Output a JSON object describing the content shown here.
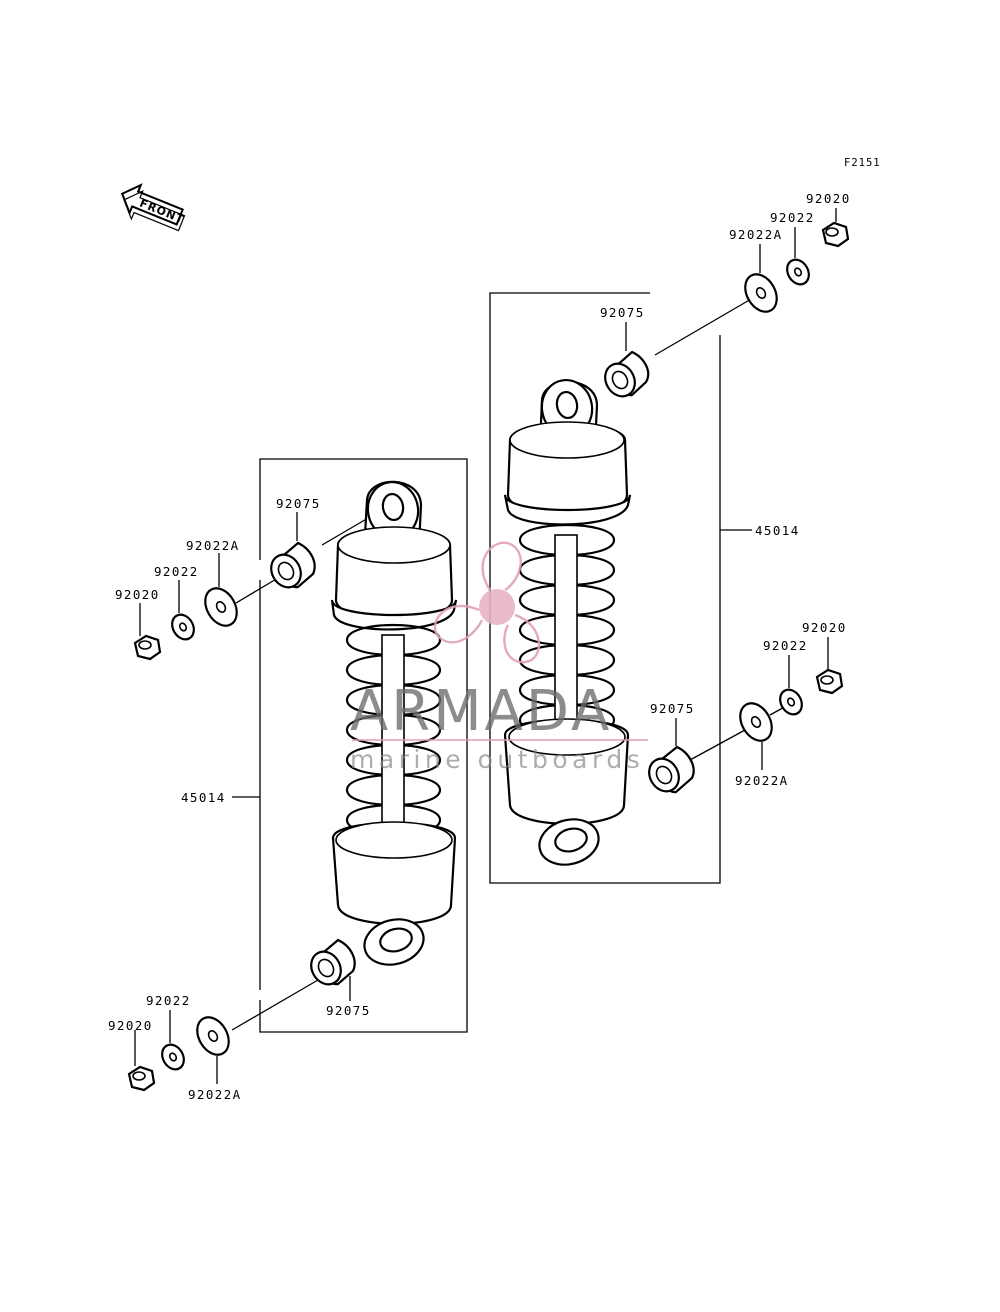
{
  "figure_code": "F2151",
  "front_label": "FRONT",
  "watermark": {
    "brand": "ARMADA",
    "tagline": "marine outboards",
    "accent_color": "#e0a0b8"
  },
  "labels": {
    "right_nut_top": "92020",
    "right_lockwasher_top": "92022",
    "right_washer_top": "92022A",
    "right_bushing_top": "92075",
    "right_shock": "45014",
    "right_nut_bottom": "92020",
    "right_lockwasher_bottom": "92022",
    "right_bushing_bottom": "92075",
    "right_washer_bottom": "92022A",
    "left_bushing_top": "92075",
    "left_washer_top": "92022A",
    "left_lockwasher_top": "92022",
    "left_nut_top": "92020",
    "left_shock": "45014",
    "left_lockwasher_bottom": "92022",
    "left_nut_bottom": "92020",
    "left_bushing_bottom": "92075",
    "left_washer_bottom": "92022A"
  }
}
